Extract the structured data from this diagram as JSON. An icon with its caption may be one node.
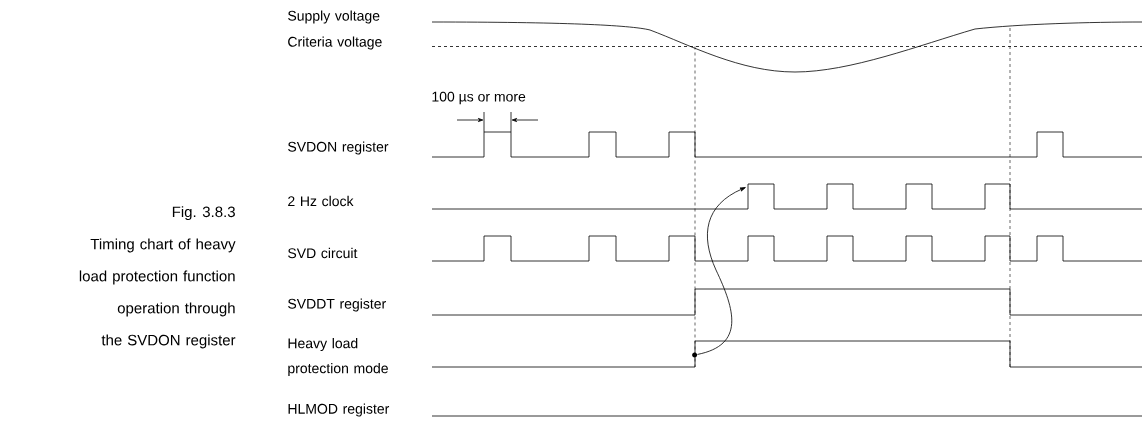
{
  "diagram": {
    "title": "Fig. 3.8.3",
    "caption": "Timing chart of heavy load protection function operation through the SVDON register",
    "nodes": [
      {
        "text": [],
        "shape": "waveform"
      },
      {
        "text": [],
        "shape": "waveform"
      },
      {
        "text": [],
        "shape": "circle",
        "in": 1
      }
    ],
    "edges": [
      {
        "from": 2,
        "to": 0,
        "arrow": "to"
      }
    ],
    "labels": [
      "Supply voltage",
      "Criteria voltage",
      "100 µs or more",
      "SVDON register",
      "2 Hz clock",
      "SVD circuit",
      "SVDDT register",
      "Heavy load protection mode",
      "HLMOD register"
    ]
  }
}
